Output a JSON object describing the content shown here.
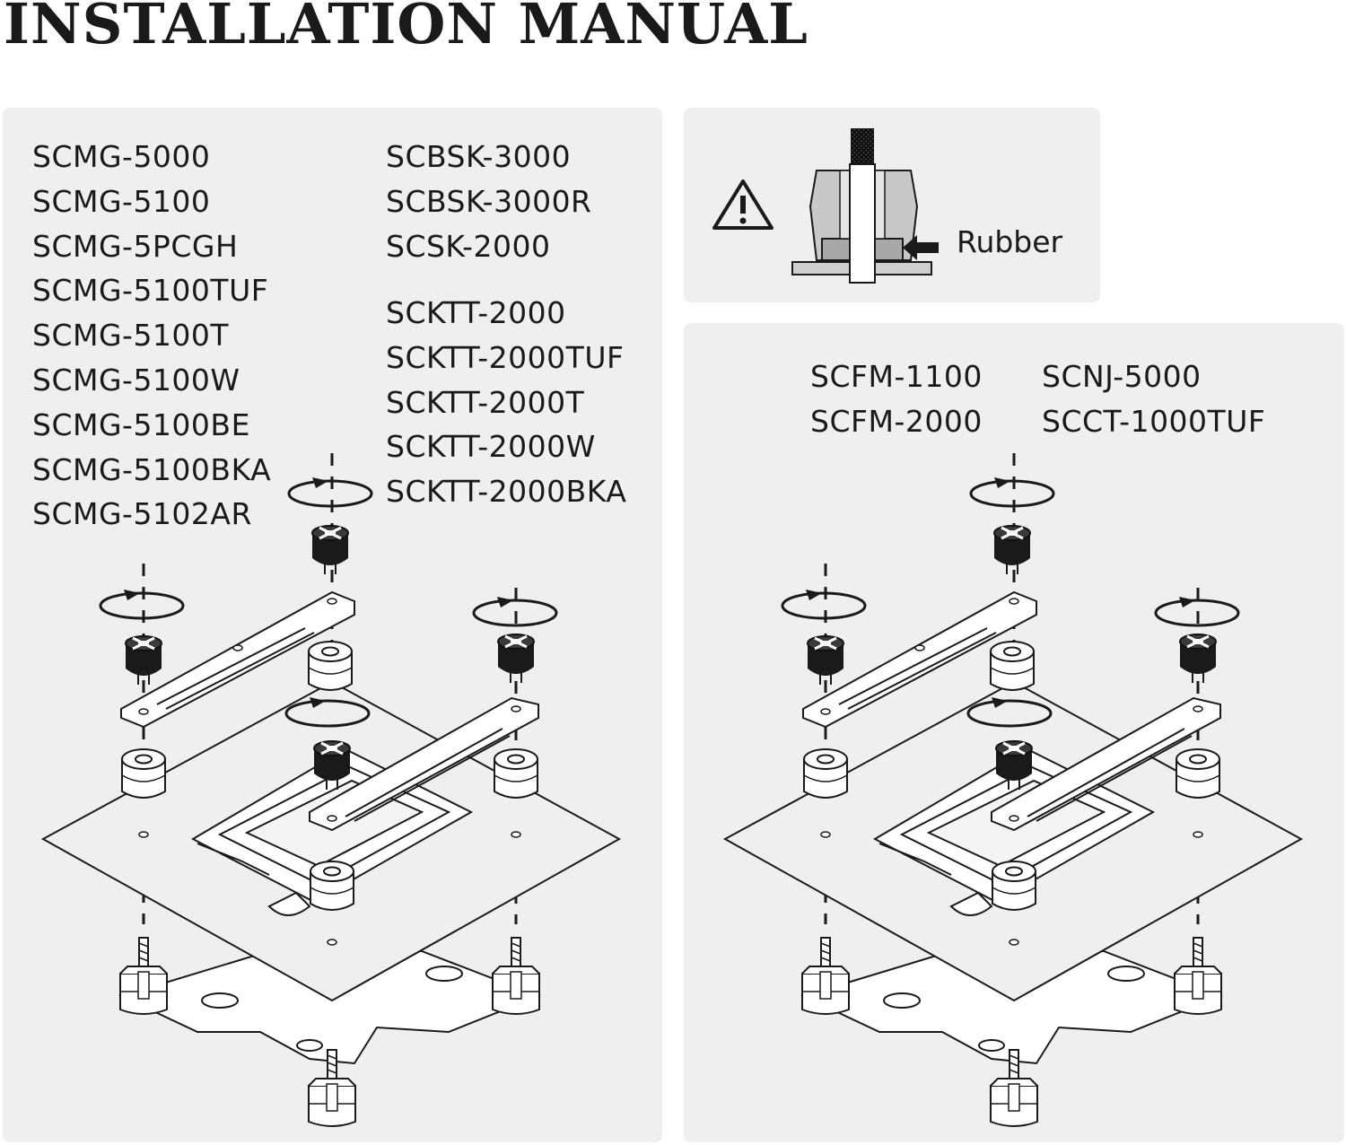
{
  "title": "INSTALLATION MANUAL",
  "left_panel": {
    "models_col1": [
      "SCMG-5000",
      "SCMG-5100",
      "SCMG-5PCGH",
      "SCMG-5100TUF",
      "SCMG-5100T",
      "SCMG-5100W",
      "SCMG-5100BE",
      "SCMG-5100BKA",
      "SCMG-5102AR"
    ],
    "models_col2a": [
      "SCBSK-3000",
      "SCBSK-3000R",
      "SCSK-2000"
    ],
    "models_col2b": [
      "SCKTT-2000",
      "SCKTT-2000TUF",
      "SCKTT-2000T",
      "SCKTT-2000W",
      "SCKTT-2000BKA"
    ]
  },
  "warning_panel": {
    "label": "Rubber",
    "icon": "warning-triangle-icon"
  },
  "right_panel": {
    "models_col1": [
      "SCFM-1100",
      "SCFM-2000"
    ],
    "models_col2": [
      "SCNJ-5000",
      "SCCT-1000TUF"
    ]
  },
  "colors": {
    "panel": "#efefef",
    "line": "#1a1a1a",
    "part_fill": "#ffffff"
  }
}
